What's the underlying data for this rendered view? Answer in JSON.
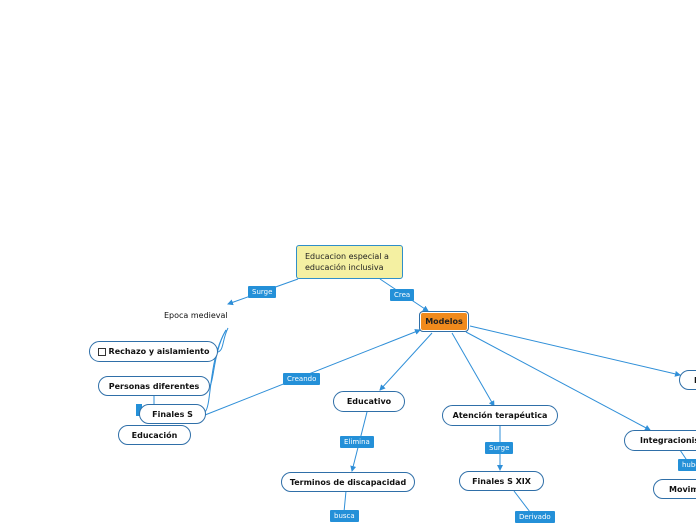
{
  "root": {
    "line1": "Educacion especial a",
    "line2": "educación inclusiva"
  },
  "center": {
    "label": "Modelos"
  },
  "topics": {
    "epoca": "Epoca medieval",
    "rechazo": "Rechazo y aislamiento",
    "personas": "Personas diferentes",
    "finales_s": "Finales S",
    "educacion": "Educación",
    "educativo": "Educativo",
    "atencion": "Atención terapéutica",
    "integracionist": "Integracionist",
    "terminos": "Terminos de discapacidad",
    "finales_xix": "Finales S XIX",
    "movim": "Movim",
    "edge_i": "I"
  },
  "connectors": {
    "surge": "Surge",
    "crea": "Crea",
    "creando": "Creando",
    "elimina": "Elimina",
    "surge2": "Surge",
    "busca": "busca",
    "derivado": "Derivado",
    "hubo": "hubo"
  },
  "colors": {
    "line": "#2f8fd8",
    "tag": "#2490d8",
    "center_fill": "#f08a1c",
    "root_fill": "#f4f0a2"
  }
}
